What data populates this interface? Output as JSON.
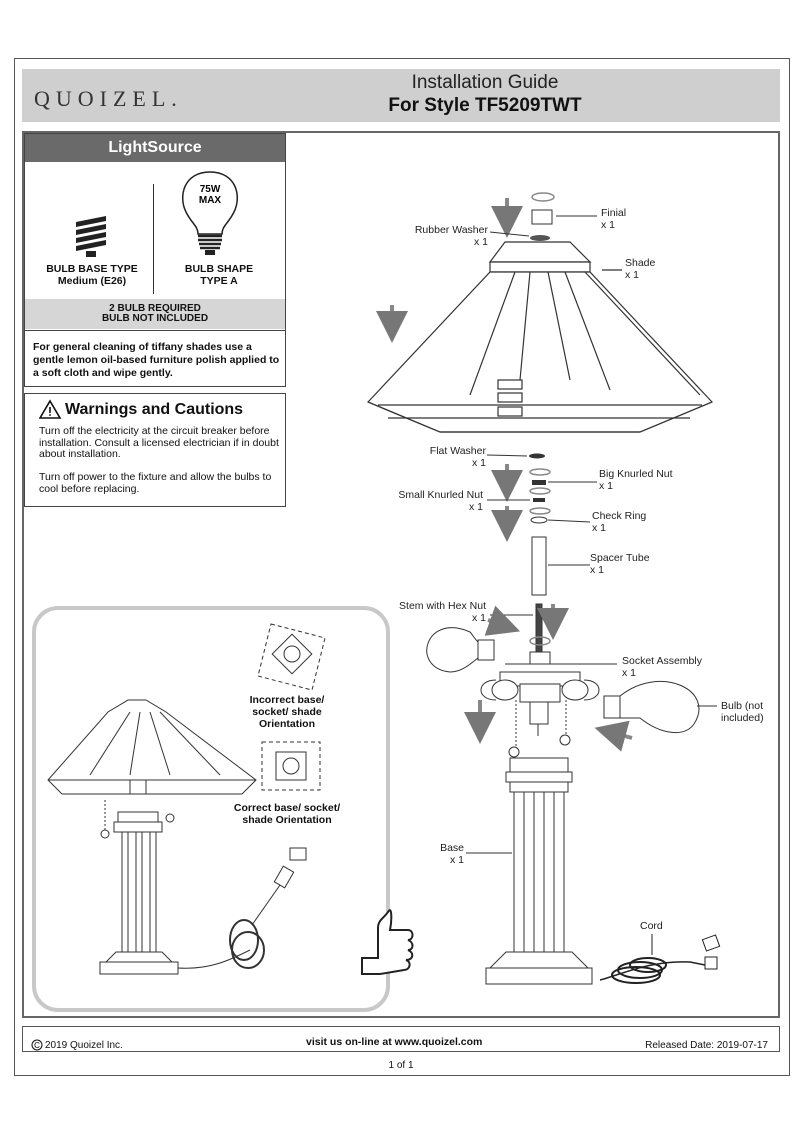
{
  "header": {
    "brand": "QUOIZEL.",
    "title": "Installation Guide",
    "subtitle": "For Style TF5209TWT"
  },
  "lightsource": {
    "heading": "LightSource",
    "wattage_line1": "75W",
    "wattage_line2": "MAX",
    "bulb_base_label": "BULB BASE TYPE",
    "bulb_base_value": "Medium (E26)",
    "bulb_shape_label": "BULB SHAPE",
    "bulb_shape_value": "TYPE A",
    "required_line1": "2 BULB REQUIRED",
    "required_line2": "BULB NOT INCLUDED",
    "cleaning": "For general cleaning of tiffany shades use a gentle lemon oil-based furniture polish applied to a soft cloth and wipe gently."
  },
  "warnings": {
    "title": "Warnings and Cautions",
    "p1": "Turn off the electricity at the circuit breaker before installation. Consult a licensed electrician if in doubt about installation.",
    "p2": "Turn off power to the fixture and allow the bulbs to cool before replacing."
  },
  "orientation": {
    "incorrect": "Incorrect base/ socket/ shade Orientation",
    "correct": "Correct base/ socket/ shade Orientation"
  },
  "parts": {
    "finial": "Finial",
    "finial_qty": "x 1",
    "rubber_washer": "Rubber Washer",
    "rubber_washer_qty": "x 1",
    "shade": "Shade",
    "shade_qty": "x 1",
    "flat_washer": "Flat Washer",
    "flat_washer_qty": "x 1",
    "big_knurled_nut": "Big Knurled Nut",
    "big_knurled_nut_qty": "x 1",
    "small_knurled_nut": "Small Knurled Nut",
    "small_knurled_nut_qty": "x 1",
    "check_ring": "Check Ring",
    "check_ring_qty": "x 1",
    "spacer_tube": "Spacer Tube",
    "spacer_tube_qty": "x 1",
    "stem": "Stem with Hex Nut",
    "stem_qty": "x 1",
    "socket_assembly": "Socket Assembly",
    "socket_assembly_qty": "x 1",
    "bulb_line1": "Bulb (not",
    "bulb_line2": "included)",
    "base": "Base",
    "base_qty": "x 1",
    "cord": "Cord"
  },
  "footer": {
    "copyright": "2019  Quoizel Inc.",
    "website": "visit us on-line at www.quoizel.com",
    "released": "Released Date: 2019-07-17",
    "page": "1 of 1"
  }
}
